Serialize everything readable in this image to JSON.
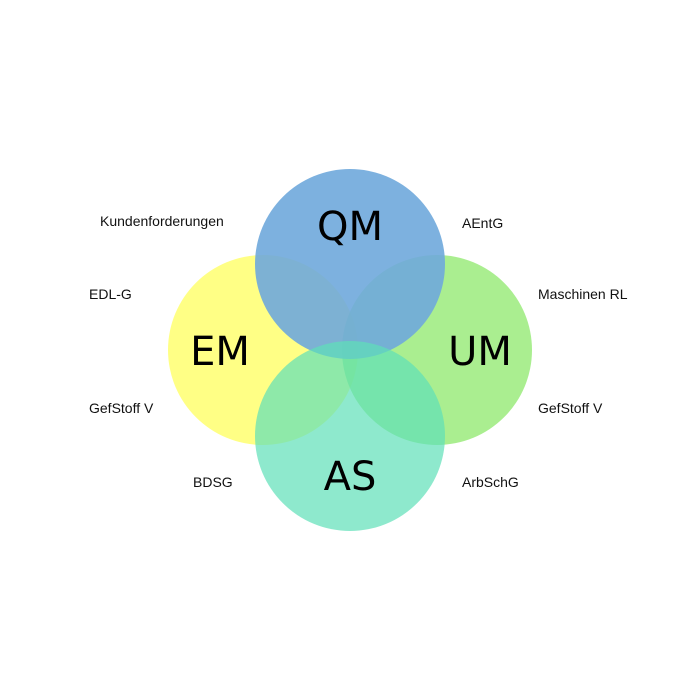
{
  "diagram": {
    "type": "venn",
    "sets": [
      {
        "id": "qm",
        "label": "QM",
        "color": "#6fa8dc",
        "opacity": 0.9
      },
      {
        "id": "em",
        "label": "EM",
        "color": "#ffff66",
        "opacity": 0.8
      },
      {
        "id": "um",
        "label": "UM",
        "color": "#8de86b",
        "opacity": 0.75
      },
      {
        "id": "as",
        "label": "AS",
        "color": "#5ee0b8",
        "opacity": 0.7
      }
    ],
    "side_labels": {
      "top_left": "Kundenforderungen",
      "top_right": "AEntG",
      "mid_left_upper": "EDL-G",
      "mid_right_upper": "Maschinen RL",
      "mid_left_lower": "GefStoff V",
      "mid_right_lower": "GefStoff V",
      "bottom_left": "BDSG",
      "bottom_right": "ArbSchG"
    }
  }
}
